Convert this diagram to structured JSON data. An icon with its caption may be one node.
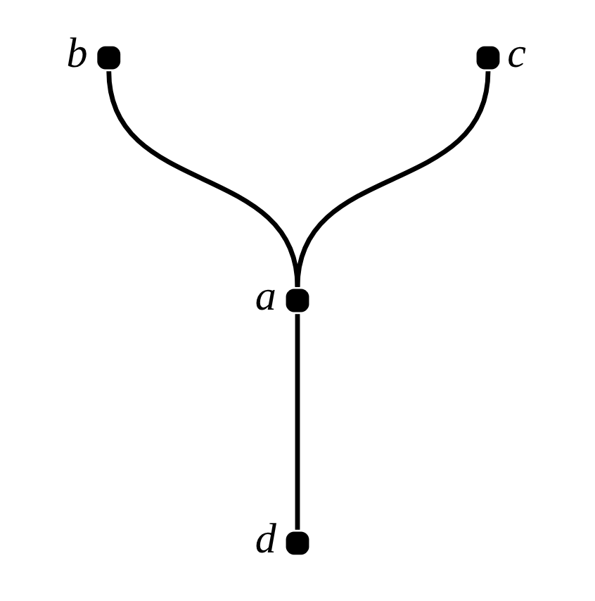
{
  "diagram": {
    "nodes": [
      {
        "text": [],
        "shape": "circle",
        "beside": [
          "b"
        ]
      },
      {
        "text": [],
        "shape": "circle",
        "beside": [
          "c"
        ]
      },
      {
        "text": [],
        "shape": "circle",
        "beside": [
          "a"
        ]
      },
      {
        "text": [],
        "shape": "circle",
        "beside": [
          "d"
        ]
      }
    ],
    "edges": [
      {
        "from": 0,
        "to": 2,
        "arrow": "none"
      },
      {
        "from": 1,
        "to": 2,
        "arrow": "none"
      },
      {
        "from": 2,
        "to": 3,
        "arrow": "none"
      }
    ]
  }
}
